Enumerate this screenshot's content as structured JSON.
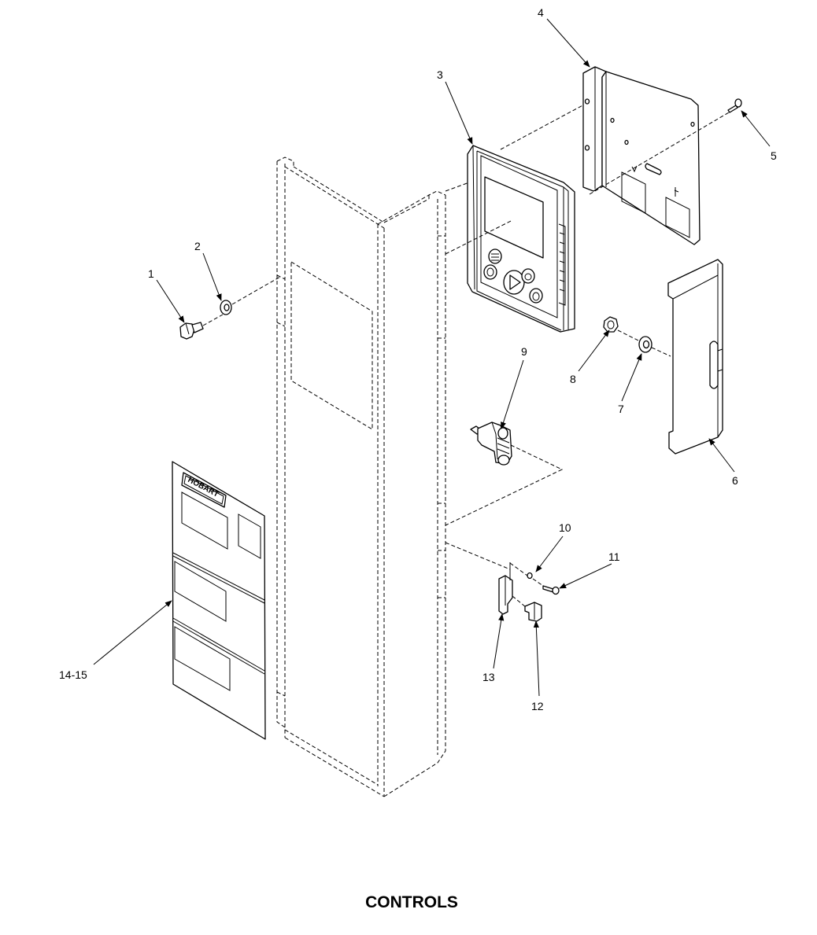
{
  "title": "CONTROLS",
  "callouts": {
    "c1": "1",
    "c2": "2",
    "c3": "3",
    "c4": "4",
    "c5": "5",
    "c6": "6",
    "c7": "7",
    "c8": "8",
    "c9": "9",
    "c10": "10",
    "c11": "11",
    "c12": "12",
    "c13": "13",
    "c14_15": "14-15"
  },
  "label_text": "HOBART"
}
